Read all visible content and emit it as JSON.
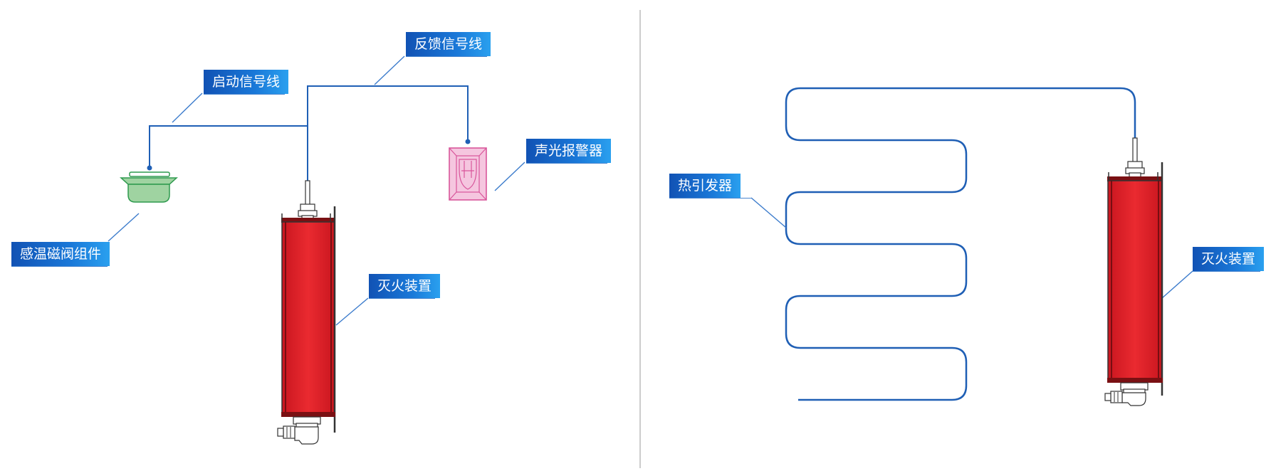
{
  "diagram": {
    "left_panel": {
      "labels": {
        "feedback_signal_line": "反馈信号线",
        "start_signal_line": "启动信号线",
        "audible_visual_alarm": "声光报警器",
        "temp_solenoid_valve_assembly": "感温磁阀组件",
        "extinguishing_device": "灭火装置"
      }
    },
    "right_panel": {
      "labels": {
        "heat_initiator": "热引发器",
        "extinguishing_device": "灭火装置"
      }
    },
    "colors": {
      "wire": "#1f5fb5",
      "label_bg_start": "#1152b4",
      "label_bg_end": "#2aa0ef",
      "device_red": "#e3222b",
      "valve_green": "#9fd3a1",
      "alarm_pink": "#f5c6df",
      "divider": "#bcbcbc"
    }
  }
}
